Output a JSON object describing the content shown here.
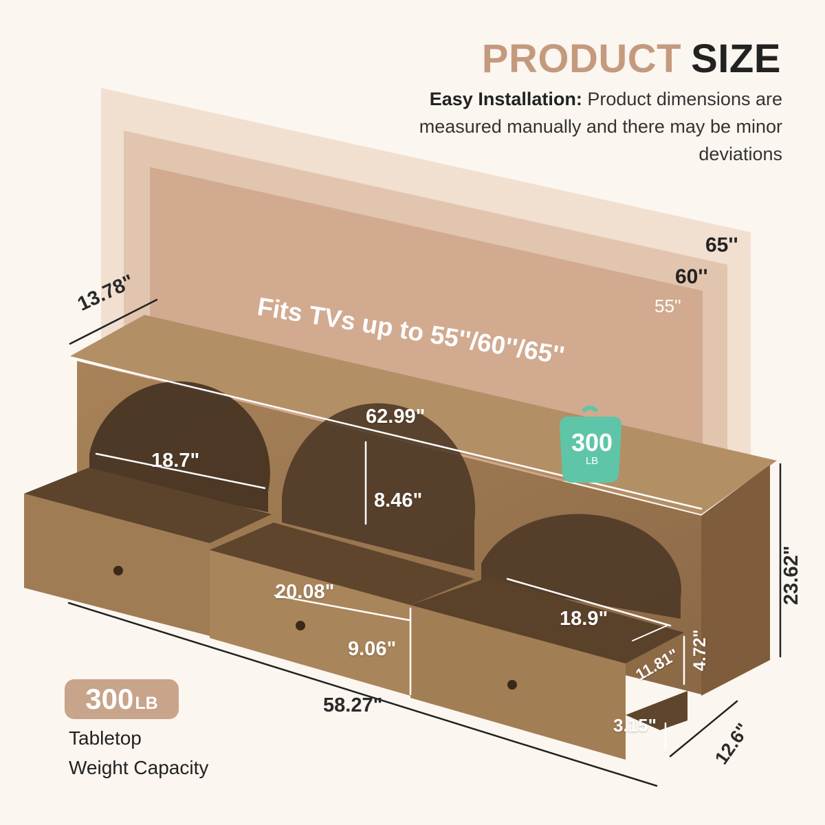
{
  "heading": {
    "part1": "PRODUCT",
    "part2": "SIZE"
  },
  "intro": {
    "bold": "Easy Installation:",
    "text": " Product dimensions are measured manually and there may be minor deviations"
  },
  "tv": {
    "fits_text": "Fits TVs up to 55''/60''/65''",
    "sizes": [
      "65''",
      "60''",
      "55''"
    ]
  },
  "weight_tag": {
    "value": "300",
    "unit": "LB"
  },
  "dimensions": {
    "depth_top": "13.78\"",
    "length_top": "62.99\"",
    "arch_width": "18.7\"",
    "shelf_height": "8.46\"",
    "total_height": "23.62\"",
    "drawer_width_mid": "20.08\"",
    "drawer_height_mid": "9.06\"",
    "drawer_width_right": "18.9\"",
    "drawer_depth": "11.81\"",
    "drawer_inner_height": "4.72\"",
    "base_length": "58.27\"",
    "base_depth": "12.6\"",
    "leg_height": "3.15\""
  },
  "capacity": {
    "value": "300",
    "unit": "LB",
    "line1": "Tabletop",
    "line2": "Weight Capacity"
  },
  "colors": {
    "accent": "#c49a7f",
    "wood": "#9b7650",
    "tag": "#5fc5a8",
    "background": "#fbf6ef"
  }
}
